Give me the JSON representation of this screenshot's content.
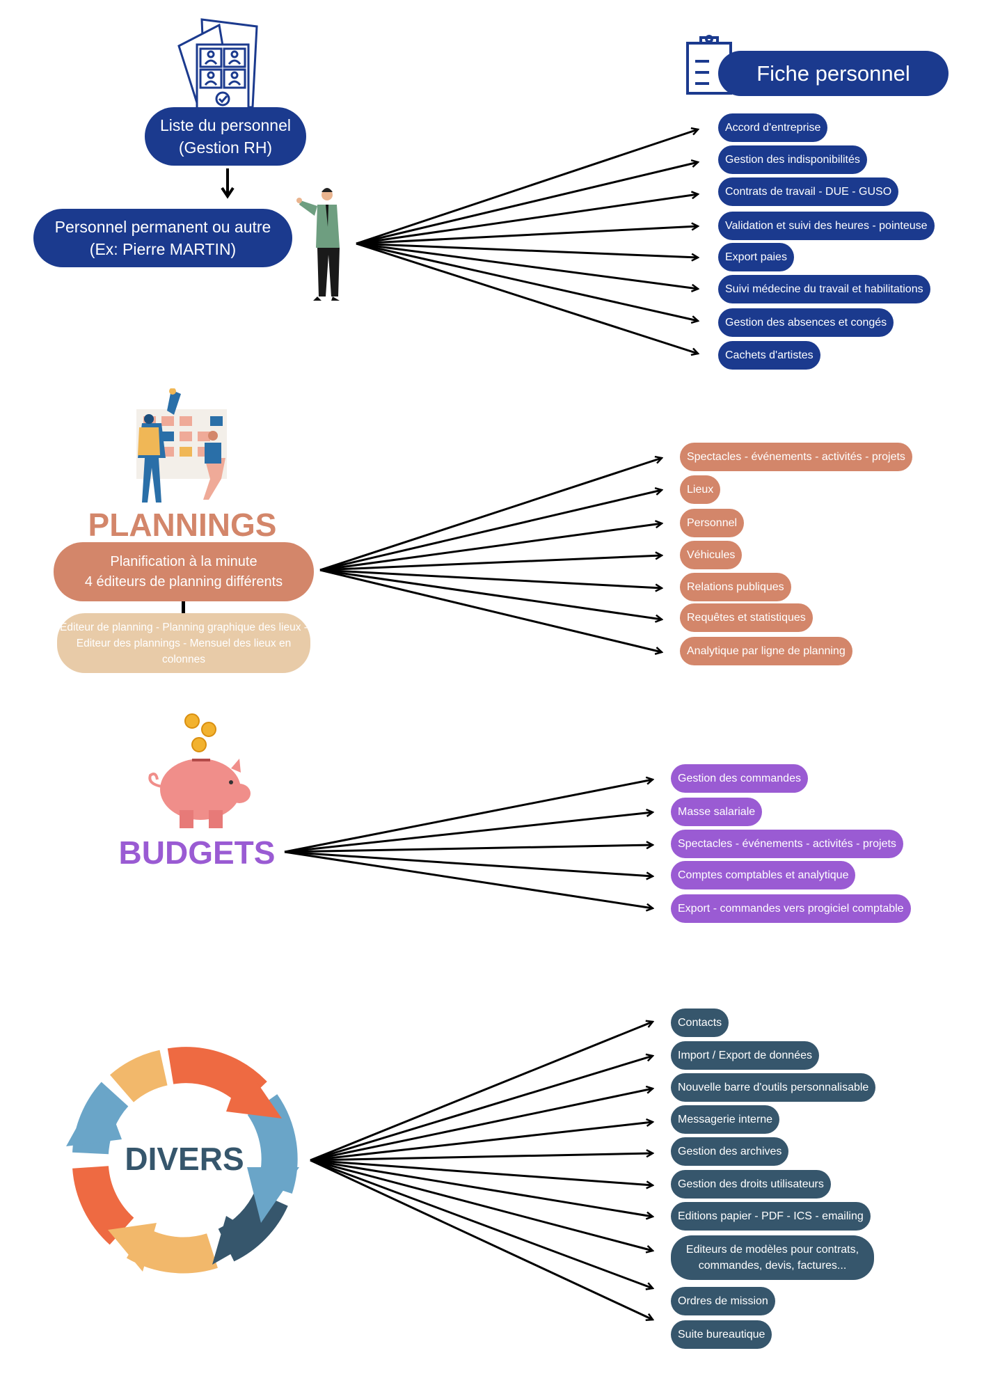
{
  "personnel": {
    "list_box": {
      "line1": "Liste du personnel",
      "line2": "(Gestion RH)"
    },
    "person_box": {
      "line1": "Personnel permanent ou autre",
      "line2": "(Ex: Pierre MARTIN)"
    },
    "header": "Fiche personnel",
    "items": [
      "Accord d'entreprise",
      "Gestion des indisponibilités",
      "Contrats de travail - DUE - GUSO",
      "Validation et suivi des heures - pointeuse",
      "Export paies",
      "Suivi médecine du travail et habilitations",
      "Gestion des absences et congés",
      "Cachets d'artistes"
    ],
    "color": "#1b3a8e"
  },
  "plannings": {
    "title": "PLANNINGS",
    "main_box": {
      "line1": "Planification à la minute",
      "line2": "4 éditeurs de planning différents"
    },
    "sub_box": "Editeur de planning - Planning graphique des lieux - Editeur des plannings - Mensuel des lieux en colonnes",
    "items": [
      "Spectacles - événements - activités - projets",
      "Lieux",
      "Personnel",
      "Véhicules",
      "Relations publiques",
      "Requêtes et statistiques",
      "Analytique par ligne de planning"
    ],
    "color": "#d3866a"
  },
  "budgets": {
    "title": "BUDGETS",
    "items": [
      "Gestion des commandes",
      "Masse salariale",
      "Spectacles - événements - activités - projets",
      "Comptes comptables et analytique",
      "Export - commandes vers progiciel comptable"
    ],
    "color": "#9a5bd3"
  },
  "divers": {
    "title": "DIVERS",
    "items": [
      "Contacts",
      "Import / Export de données",
      "Nouvelle barre d'outils personnalisable",
      "Messagerie interne",
      "Gestion des archives",
      "Gestion des droits utilisateurs",
      "Editions papier - PDF - ICS - emailing",
      "Editeurs de modèles pour contrats, commandes, devis, factures...",
      "Ordres de mission",
      "Suite bureautique"
    ],
    "color": "#36566c"
  }
}
